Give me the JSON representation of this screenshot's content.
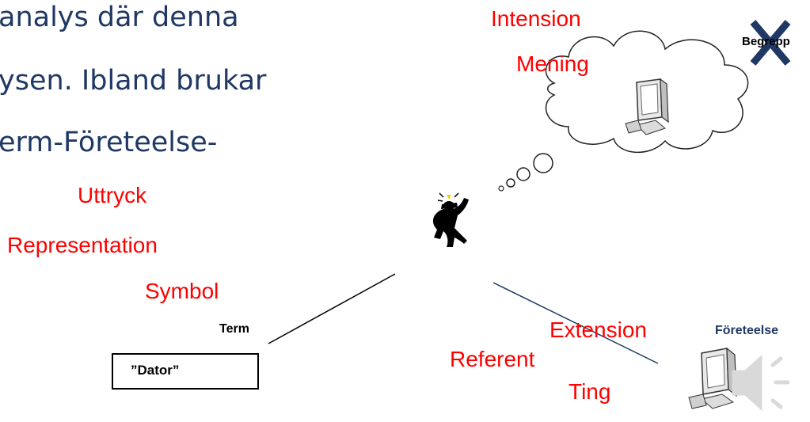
{
  "text_lines": [
    "analys där denna",
    "ysen. Ibland brukar",
    "erm-Företeelse-"
  ],
  "labels": {
    "intension": "Intension",
    "mening": "Mening",
    "begrepp": "Begrepp",
    "uttryck": "Uttryck",
    "representation": "Representation",
    "symbol": "Symbol",
    "term": "Term",
    "dator": "”Dator”",
    "extension": "Extension",
    "referent": "Referent",
    "ting": "Ting",
    "foreteelse": "Företeelse"
  },
  "colors": {
    "body_text": "#1f3864",
    "label_red": "#ff0000",
    "cross": "#1f3864",
    "line_dark_blue": "#1f3864"
  },
  "icons": [
    "computer-icon",
    "thinking-person-icon",
    "speaker-icon",
    "cross-icon"
  ]
}
